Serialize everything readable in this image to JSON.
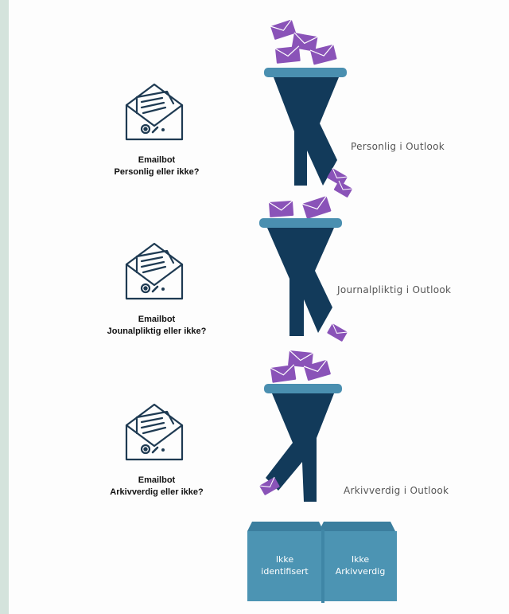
{
  "colors": {
    "funnel_rim": "#4a8fb0",
    "funnel_body": "#123a5a",
    "envelope": "#8a53b8",
    "icon_stroke": "#1e3a52",
    "bin": "#4c94b3",
    "left_bar": "#d4e3dc"
  },
  "stages": [
    {
      "title": "Emailbot",
      "question": "Personlig eller ikke?",
      "outlook_label": "Personlig i Outlook"
    },
    {
      "title": "Emailbot",
      "question": "Jounalpliktig eller ikke?",
      "outlook_label": "Journalpliktig i Outlook"
    },
    {
      "title": "Emailbot",
      "question": "Arkivverdig eller ikke?",
      "outlook_label": "Arkivverdig i Outlook"
    }
  ],
  "bins": {
    "left": {
      "line1": "Ikke",
      "line2": "identifisert"
    },
    "right": {
      "line1": "Ikke",
      "line2": "Arkivverdig"
    }
  }
}
